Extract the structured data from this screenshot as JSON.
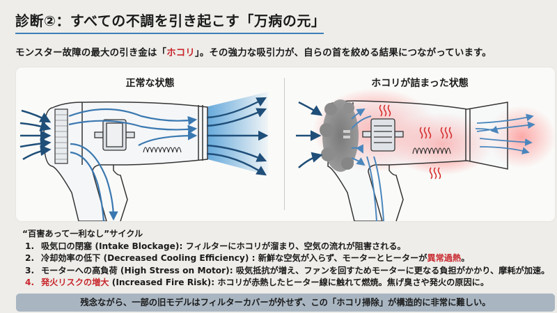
{
  "header": {
    "title": "診断②：すべての不調を引き起こす「万病の元」"
  },
  "lead": {
    "prefix": "モンスター故障の最大の引き金は「",
    "highlight": "ホコリ",
    "suffix": "」。その強力な吸引力が、自らの首を絞める結果につながっています。"
  },
  "diagram": {
    "left_panel": {
      "title": "正常な状態",
      "icons": [
        "hair-dryer",
        "airflow-arrows",
        "motor",
        "heating-coil"
      ]
    },
    "right_panel": {
      "title": "ホコリが詰まった状態",
      "icons": [
        "hair-dryer",
        "dust-clog",
        "airflow-arrows",
        "motor",
        "heating-coil",
        "heat-waves"
      ]
    }
  },
  "cycle": {
    "heading": "“百害あって一利なし”サイクル",
    "items": [
      {
        "num": "1.",
        "label": "吸気口の閉塞",
        "label_en": " (Intake Blockage)",
        "text": ": フィルターにホコリが溜まり、空気の流れが阻害される。",
        "highlight": ""
      },
      {
        "num": "2.",
        "label": "冷却効率の低下",
        "label_en": " (Decreased Cooling Efficiency)",
        "text": " : 新鮮な空気が入らず、モーターとヒーターが",
        "highlight": "異常過熱",
        "tail": "。"
      },
      {
        "num": "3.",
        "label": "モーターへの高負荷",
        "label_en": " (High Stress on Motor)",
        "text": ": 吸気抵抗が増え、ファンを回すためモーターに更なる負担がかかり、摩耗が加速。",
        "highlight": ""
      },
      {
        "num": "4.",
        "label": "発火リスクの増大",
        "label_en": " (Increased Fire Risk)",
        "text": ": ホコリが赤熱したヒーター線に触れて燃焼。焦げ臭さや発火の原因に。",
        "highlight": ""
      }
    ]
  },
  "footer": {
    "note": "残念ながら、一部の旧モデルはフィルターカバーが外せず、この「ホコリ掃除」が構造的に非常に難しい。"
  },
  "colors": {
    "accent_blue": "#3d7fb8",
    "alert_red": "#c8272d",
    "arrow_dark": "#1f4e79",
    "arrow_light": "#3a78b0",
    "footer_bg": "#a9b6c2"
  }
}
